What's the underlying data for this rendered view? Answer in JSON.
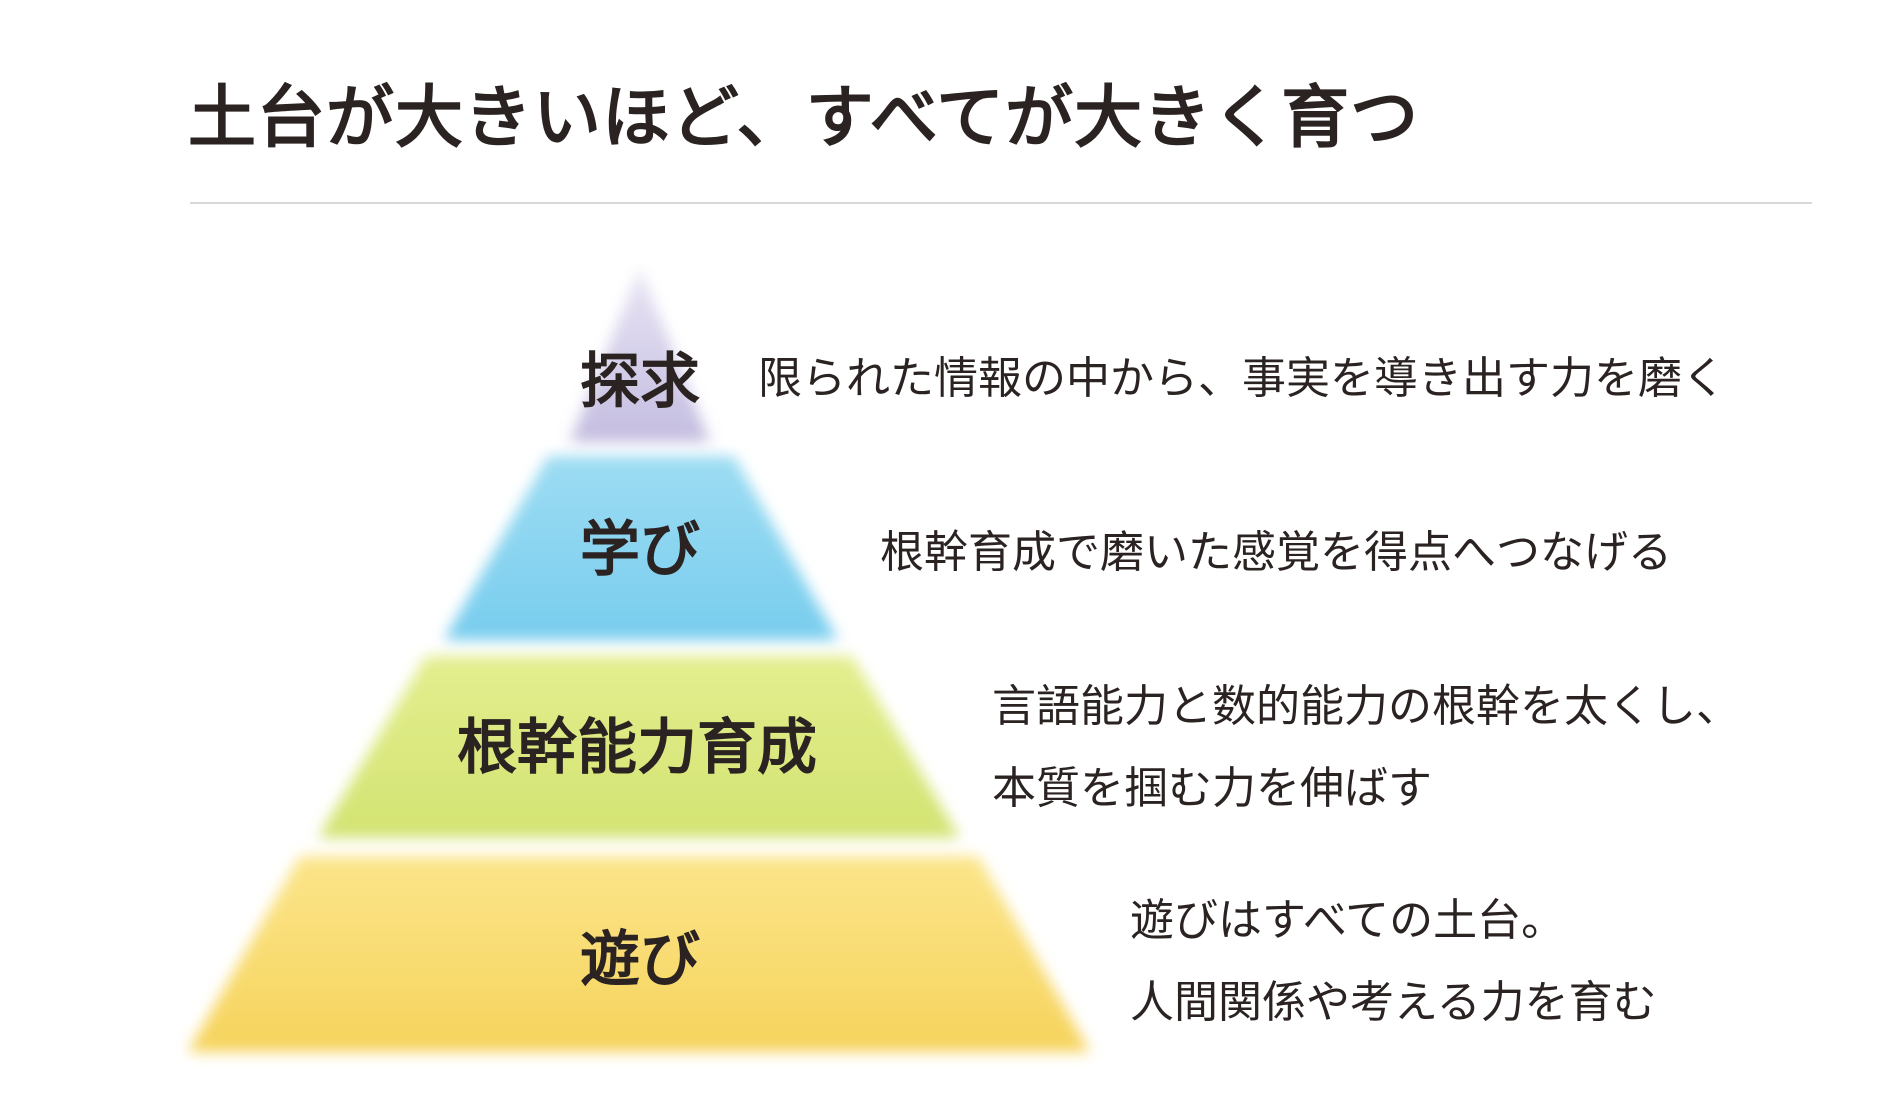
{
  "header": {
    "title": "土台が大きいほど、すべてが大きく育つ"
  },
  "pyramid": {
    "tiers": [
      {
        "label": "探求",
        "description_lines": [
          "限られた情報の中から、事実を導き出す力を磨く"
        ],
        "color": "#c9c3e2"
      },
      {
        "label": "学び",
        "description_lines": [
          "根幹育成で磨いた感覚を得点へつなげる"
        ],
        "color": "#7fd0ee"
      },
      {
        "label": "根幹能力育成",
        "description_lines": [
          "言語能力と数的能力の根幹を太くし、",
          "本質を掴む力を伸ばす"
        ],
        "color": "#d9e87a"
      },
      {
        "label": "遊び",
        "description_lines": [
          "遊びはすべての土台。",
          "人間関係や考える力を育む"
        ],
        "color": "#f8da6a"
      }
    ]
  }
}
